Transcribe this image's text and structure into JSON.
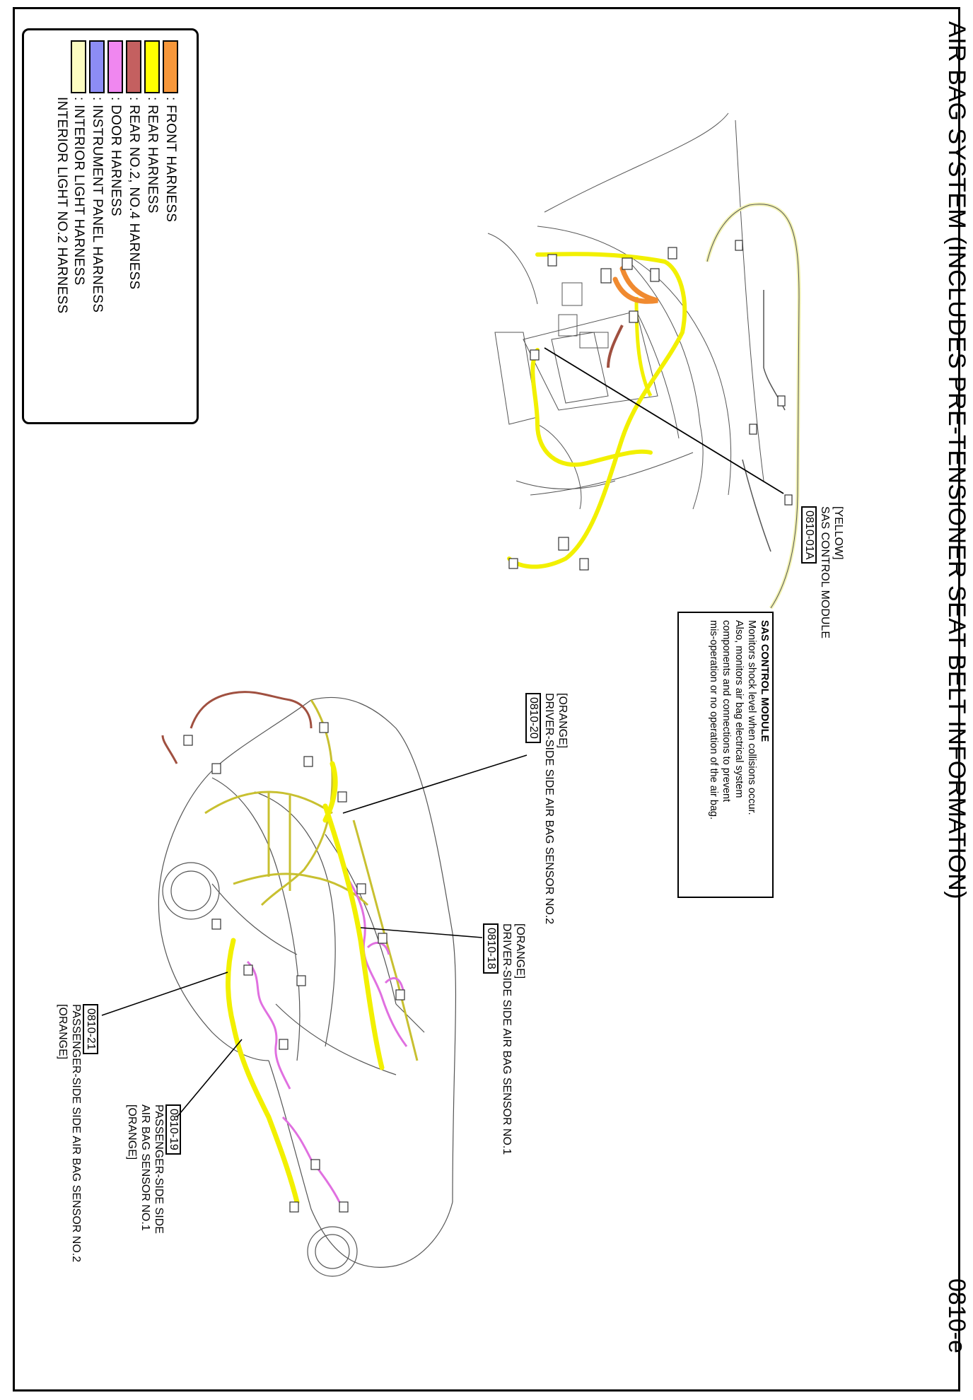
{
  "title": "AIR BAG SYSTEM (INCLUDES PRE-TENSIONER SEAT BELT INFORMATION)",
  "page_number": "0810-e",
  "legend": [
    {
      "label": ": FRONT HARNESS",
      "color": "#F7973A"
    },
    {
      "label": ": REAR HARNESS",
      "color": "#FFFF00"
    },
    {
      "label": ": REAR NO.2, NO.4 HARNESS",
      "color": "#C46060"
    },
    {
      "label": ": DOOR HARNESS",
      "color": "#F087F0"
    },
    {
      "label": ": INSTRUMENT PANEL HARNESS",
      "color": "#8C8CF5"
    },
    {
      "label": ": INTERIOR LIGHT HARNESS",
      "color": "#FCFCC0"
    },
    {
      "label": "INTERIOR LIGHT NO.2 HARNESS",
      "color": ""
    }
  ],
  "callouts": {
    "sas": {
      "color": "[YELLOW]",
      "name": "SAS CONTROL MODULE",
      "code": "0810-01A"
    },
    "driver_sensor_2": {
      "color": "[ORANGE]",
      "name": "DRIVER-SIDE SIDE AIR BAG SENSOR NO.2",
      "code": "0810-20"
    },
    "driver_sensor_1": {
      "color": "[ORANGE]",
      "name": "DRIVER-SIDE SIDE AIR BAG SENSOR NO.1",
      "code": "0810-18"
    },
    "passenger_sensor_1": {
      "code": "0810-19",
      "line1": "PASSENGER-SIDE SIDE",
      "line2": "AIR BAG SENSOR NO.1",
      "color": "[ORANGE]"
    },
    "passenger_sensor_2": {
      "code": "0810-21",
      "name": "PASSENGER-SIDE SIDE AIR BAG SENSOR NO.2",
      "color": "[ORANGE]"
    }
  },
  "info": {
    "heading": "SAS CONTROL MODULE",
    "lines": [
      "Monitors shock level when collisions occur.",
      "Also, monitors air bag electrical system",
      "components and connections to prevent",
      "mis-operation or no operation of the air bag."
    ]
  },
  "harness_colors": {
    "yellow": "#F2F000",
    "orange": "#F08A30",
    "brown": "#A05040",
    "door": "#E070E0",
    "interior": "#F2F2B0",
    "olive": "#C8C030"
  }
}
